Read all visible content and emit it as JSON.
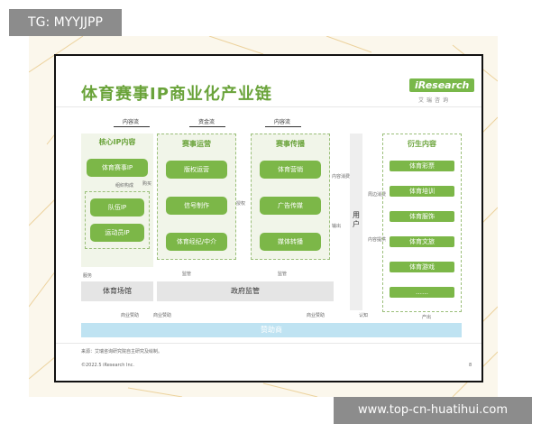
{
  "watermark_top": "TG: MYYJJPP",
  "watermark_bottom": "www.top-cn-huatihui.com",
  "slide": {
    "title": "体育赛事IP商业化产业链",
    "brand": "iResearch",
    "brand_sub": "艾瑞咨询",
    "flows": {
      "content_flow": "内容流",
      "capital_flow": "资金流",
      "content_flow2": "内容流"
    },
    "core_ip": {
      "title": "核心IP内容",
      "event_ip": "体育赛事IP",
      "team_ip": "队伍IP",
      "athlete_ip": "运动员IP",
      "note": "组织构成"
    },
    "operation": {
      "title": "赛事运营",
      "items": [
        "版权运营",
        "信号制作",
        "体育经纪/中介"
      ]
    },
    "broadcast": {
      "title": "赛事传播",
      "items": [
        "体育营销",
        "广告传媒",
        "媒体转播"
      ]
    },
    "user": {
      "label": "用户"
    },
    "derivative": {
      "title": "衍生内容",
      "items": [
        "体育彩票",
        "体育培训",
        "体育服饰",
        "体育文旅",
        "体育游戏",
        "……"
      ]
    },
    "edge_labels": {
      "buy": "购买",
      "license": "授权",
      "content_consume": "内容消费",
      "output": "输出",
      "product_consume": "周边消费",
      "content_provide": "内容提供",
      "service": "服务",
      "supervise1": "监管",
      "supervise2": "监管",
      "commercial_sponsor": "商业赞助",
      "commercial_sponsor2": "商业赞助",
      "commercial_sponsor3": "商业赞助",
      "recognize": "认知",
      "output2": "产出"
    },
    "venue": "体育场馆",
    "government": "政府监管",
    "sponsor": "赞助商",
    "source": "来源：艾瑞咨询研究院自主研究及绘制。",
    "copyright": "©2022.5 iResearch Inc.",
    "page_number": "8"
  }
}
